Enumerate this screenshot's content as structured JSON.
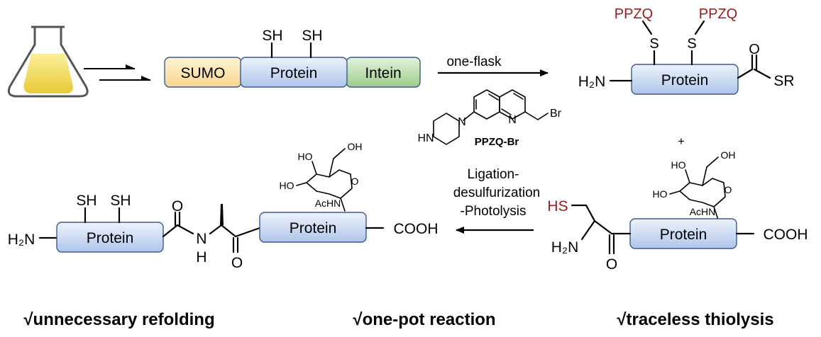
{
  "colors": {
    "sumo": "#fde3a6",
    "protein": "#c9d9f2",
    "intein": "#b6dca8",
    "thiol_red": "#9b1b1b",
    "flask_liquid": "#f2dd55"
  },
  "top_row": {
    "sh_1": "SH",
    "sh_2": "SH",
    "sumo": "SUMO",
    "protein": "Protein",
    "intein": "Intein",
    "arrow_label": "one-flask",
    "reagent_name": "PPZQ-Br",
    "reagent_hn": "HN",
    "reagent_n1": "N",
    "reagent_n2": "N",
    "reagent_br": "Br",
    "product_ppzq_1": "PPZQ",
    "product_ppzq_2": "PPZQ",
    "product_s_1": "S",
    "product_s_2": "S",
    "product_h2n": "H₂N",
    "product_protein": "Protein",
    "product_o": "O",
    "product_sr": "SR"
  },
  "plus": "+",
  "right_bottom": {
    "ho_1": "HO",
    "oh_1": "OH",
    "ho_2": "HO",
    "ring_o": "O",
    "achn": "AcHN",
    "hs": "HS",
    "h2n": "H₂N",
    "o": "O",
    "protein": "Protein",
    "cooh": "COOH"
  },
  "middle_arrow": {
    "line1": "Ligation-",
    "line2": "desulfurization",
    "line3": "-Photolysis"
  },
  "left_bottom": {
    "sh_1": "SH",
    "sh_2": "SH",
    "h2n": "H₂N",
    "protein_1": "Protein",
    "o_top": "O",
    "n": "N",
    "h": "H",
    "o_bottom": "O",
    "ho_1": "HO",
    "oh_1": "OH",
    "ho_2": "HO",
    "ring_o": "O",
    "achn": "AcHN",
    "protein_2": "Protein",
    "cooh": "COOH"
  },
  "advantages": [
    "√unnecessary refolding",
    "√one-pot reaction",
    "√traceless thiolysis"
  ]
}
